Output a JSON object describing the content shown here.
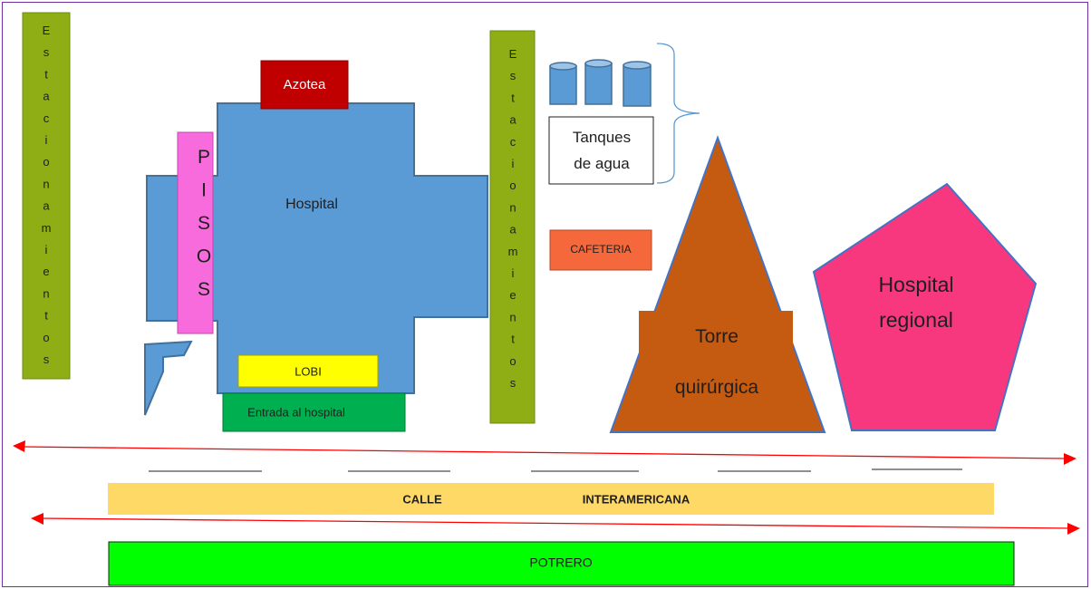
{
  "labels": {
    "azotea": "Azotea",
    "hospital": "Hospital",
    "pisos": [
      "P",
      "I",
      "S",
      "O",
      "S"
    ],
    "lobi": "LOBI",
    "entrada": "Entrada al hospital",
    "estacionamientos_letters": [
      "E",
      "s",
      "t",
      "a",
      "c",
      "i",
      "o",
      "n",
      "a",
      "m",
      "i",
      "e",
      "n",
      "t",
      "o",
      "s"
    ],
    "tanques_line1": "Tanques",
    "tanques_line2": "de agua",
    "cafeteria": "CAFETERIA",
    "torre_line1": "Torre",
    "torre_line2": "quirúrgica",
    "regional_line1": "Hospital",
    "regional_line2": "regional",
    "calle": "CALLE",
    "interamericana": "INTERAMERICANA",
    "potrero": "POTRERO"
  },
  "colors": {
    "hospital_blue": "#5b9bd5",
    "azotea_red": "#c00000",
    "pisos_pink": "#f76bdc",
    "lobi_yellow": "#ffff00",
    "entrada_green": "#00b050",
    "parking_olive": "#8fad15",
    "tank_blue": "#5b9bd5",
    "cafeteria_orange": "#f4683c",
    "torre_brown": "#c55a11",
    "regional_pink": "#f7387f",
    "street_yellow": "#ffd966",
    "potrero_green": "#00ff00",
    "arrow_red": "#ff0000",
    "frame_purple": "#7030a0"
  }
}
